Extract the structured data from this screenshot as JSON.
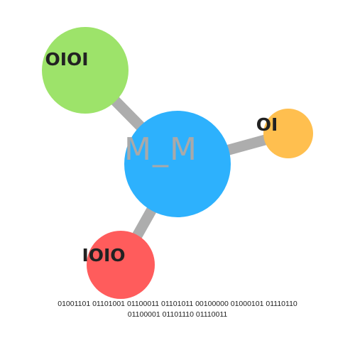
{
  "colors": {
    "edge": "#adadad",
    "center": "#2db1fd",
    "green": "#9de36a",
    "orange": "#ffbf4f",
    "red": "#ff5c5c",
    "label_dark": "#222222",
    "center_label": "#a9a9a9"
  },
  "center": {
    "label": "M_M"
  },
  "nodes": [
    {
      "id": "green",
      "label": "OIOI"
    },
    {
      "id": "orange",
      "label": "OI"
    },
    {
      "id": "red",
      "label": "IOIO"
    }
  ],
  "binary_text": {
    "line1": "01001101 01101001 01100011 01101011 00100000 01000101 01110110",
    "line2": "01100001 01101110 01110011"
  }
}
